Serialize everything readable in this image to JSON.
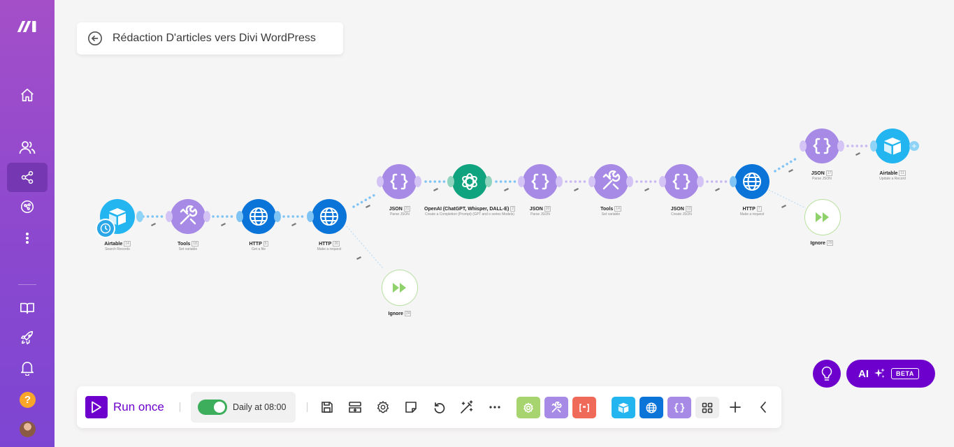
{
  "scenario": {
    "title": "Rédaction D'articles vers Divi WordPress"
  },
  "sidebar": {
    "items": [
      {
        "name": "logo",
        "icon": "make-logo-icon"
      },
      {
        "name": "home",
        "icon": "home-icon"
      },
      {
        "name": "team",
        "icon": "users-icon"
      },
      {
        "name": "scenarios",
        "icon": "share-nodes-icon",
        "active": true
      },
      {
        "name": "apps",
        "icon": "puzzle-icon"
      },
      {
        "name": "more",
        "icon": "more-vertical-icon"
      },
      {
        "name": "docs",
        "icon": "book-icon"
      },
      {
        "name": "whats-new",
        "icon": "rocket-icon"
      },
      {
        "name": "notifications",
        "icon": "bell-icon"
      }
    ],
    "help_label": "?",
    "accent": "#8b48cf"
  },
  "modules": [
    {
      "app": "Airtable",
      "num": "14",
      "action": "Search Records"
    },
    {
      "app": "Tools",
      "num": "18",
      "action": "Set variable"
    },
    {
      "app": "HTTP",
      "num": "5",
      "action": "Get a file"
    },
    {
      "app": "HTTP",
      "num": "26",
      "action": "Make a request"
    },
    {
      "app": "Ignore",
      "num": "24",
      "action": ""
    },
    {
      "app": "JSON",
      "num": "21",
      "action": "Parse JSON"
    },
    {
      "app": "OpenAI (ChatGPT, Whisper, DALL-E)",
      "num": "2",
      "action": "Create a Completion (Prompt) (GPT and o series Models)"
    },
    {
      "app": "JSON",
      "num": "20",
      "action": "Parse JSON"
    },
    {
      "app": "Tools",
      "num": "14",
      "action": "Set variable"
    },
    {
      "app": "JSON",
      "num": "13",
      "action": "Create JSON"
    },
    {
      "app": "HTTP",
      "num": "7",
      "action": "Make a request"
    },
    {
      "app": "JSON",
      "num": "17",
      "action": "Parse JSON"
    },
    {
      "app": "Airtable",
      "num": "11",
      "action": "Update a Record"
    },
    {
      "app": "Ignore",
      "num": "29",
      "action": ""
    }
  ],
  "toolbar": {
    "run_label": "Run once",
    "schedule_label": "Daily at 08:00",
    "schedule_on": true,
    "icons": [
      "save-icon",
      "export-icon",
      "settings-icon",
      "notes-icon",
      "undo-icon",
      "auto-align-icon",
      "more-horizontal-icon"
    ],
    "tiles": [
      {
        "name": "tools-tile",
        "color": "#a7d46f"
      },
      {
        "name": "flow-control-tile",
        "color": "#a78ae6"
      },
      {
        "name": "text-parser-tile",
        "color": "#f06a5a"
      },
      {
        "name": "airtable-tile",
        "color": "#22b5f0"
      },
      {
        "name": "http-tile",
        "color": "#0b74d9"
      },
      {
        "name": "json-tile",
        "color": "#a78ae6"
      },
      {
        "name": "more-apps-tile",
        "color": "#eeeeee"
      }
    ]
  },
  "ai": {
    "label": "AI",
    "badge": "BETA"
  },
  "colors": {
    "primary": "#6d00cc",
    "airtable": "#22b5f0",
    "tools": "#a78ae6",
    "http": "#0b74d9",
    "json": "#a78ae6",
    "openai": "#10a37f",
    "ignore": "#8fd16a"
  }
}
